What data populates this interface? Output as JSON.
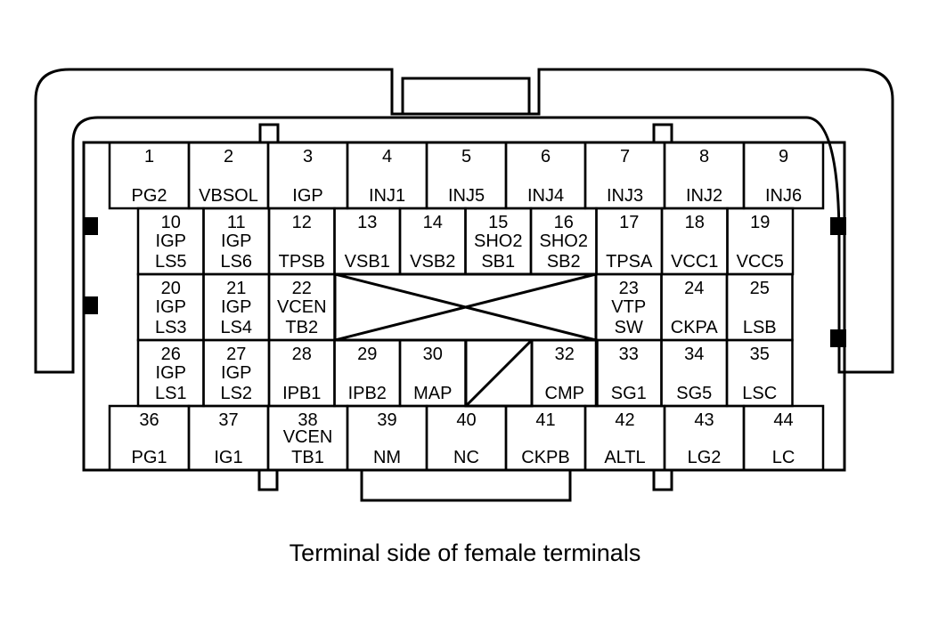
{
  "caption": "Terminal side of female terminals",
  "terminals": [
    {
      "number": "1",
      "lines": [
        "PG2"
      ]
    },
    {
      "number": "2",
      "lines": [
        "VBSOL"
      ]
    },
    {
      "number": "3",
      "lines": [
        "IGP"
      ]
    },
    {
      "number": "4",
      "lines": [
        "INJ1"
      ]
    },
    {
      "number": "5",
      "lines": [
        "INJ5"
      ]
    },
    {
      "number": "6",
      "lines": [
        "INJ4"
      ]
    },
    {
      "number": "7",
      "lines": [
        "INJ3"
      ]
    },
    {
      "number": "8",
      "lines": [
        "INJ2"
      ]
    },
    {
      "number": "9",
      "lines": [
        "INJ6"
      ]
    },
    {
      "number": "10",
      "lines": [
        "IGP",
        "LS5"
      ]
    },
    {
      "number": "11",
      "lines": [
        "IGP",
        "LS6"
      ]
    },
    {
      "number": "12",
      "lines": [
        "TPSB"
      ]
    },
    {
      "number": "13",
      "lines": [
        "VSB1"
      ]
    },
    {
      "number": "14",
      "lines": [
        "VSB2"
      ]
    },
    {
      "number": "15",
      "lines": [
        "SHO2",
        "SB1"
      ]
    },
    {
      "number": "16",
      "lines": [
        "SHO2",
        "SB2"
      ]
    },
    {
      "number": "17",
      "lines": [
        "TPSA"
      ]
    },
    {
      "number": "18",
      "lines": [
        "VCC1"
      ]
    },
    {
      "number": "19",
      "lines": [
        "VCC5"
      ]
    },
    {
      "number": "20",
      "lines": [
        "IGP",
        "LS3"
      ]
    },
    {
      "number": "21",
      "lines": [
        "IGP",
        "LS4"
      ]
    },
    {
      "number": "22",
      "lines": [
        "VCEN",
        "TB2"
      ]
    },
    {
      "number": "23",
      "lines": [
        "VTP",
        "SW"
      ]
    },
    {
      "number": "24",
      "lines": [
        "CKPA"
      ]
    },
    {
      "number": "25",
      "lines": [
        "LSB"
      ]
    },
    {
      "number": "26",
      "lines": [
        "IGP",
        "LS1"
      ]
    },
    {
      "number": "27",
      "lines": [
        "IGP",
        "LS2"
      ]
    },
    {
      "number": "28",
      "lines": [
        "IPB1"
      ]
    },
    {
      "number": "29",
      "lines": [
        "IPB2"
      ]
    },
    {
      "number": "30",
      "lines": [
        "MAP"
      ]
    },
    {
      "number": "32",
      "lines": [
        "CMP"
      ]
    },
    {
      "number": "33",
      "lines": [
        "SG1"
      ]
    },
    {
      "number": "34",
      "lines": [
        "SG5"
      ]
    },
    {
      "number": "35",
      "lines": [
        "LSC"
      ]
    },
    {
      "number": "36",
      "lines": [
        "PG1"
      ]
    },
    {
      "number": "37",
      "lines": [
        "IG1"
      ]
    },
    {
      "number": "38",
      "lines": [
        "VCEN",
        "TB1"
      ]
    },
    {
      "number": "39",
      "lines": [
        "NM"
      ]
    },
    {
      "number": "40",
      "lines": [
        "NC"
      ]
    },
    {
      "number": "41",
      "lines": [
        "CKPB"
      ]
    },
    {
      "number": "42",
      "lines": [
        "ALTL"
      ]
    },
    {
      "number": "43",
      "lines": [
        "LG2"
      ]
    },
    {
      "number": "44",
      "lines": [
        "LC"
      ]
    }
  ]
}
